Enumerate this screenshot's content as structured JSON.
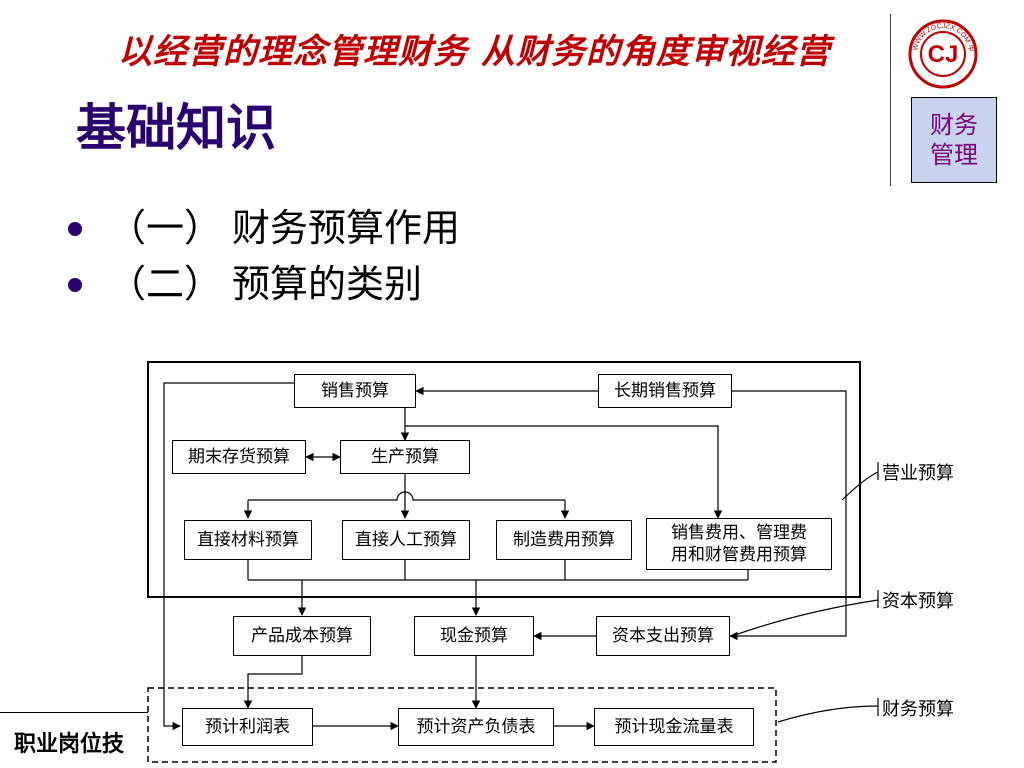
{
  "header": {
    "motto": "以经营的理念管理财务 从财务的角度审视经营",
    "badge_line1": "财务",
    "badge_line2": "管理",
    "logo_text": "CJ",
    "logo_ring_text": "WWW.ZOCJZX.COM 中国财经在线"
  },
  "title": "基础知识",
  "bullets": [
    {
      "num": "（一）",
      "text": "财务预算作用"
    },
    {
      "num": "（二）",
      "text": "预算的类别"
    }
  ],
  "diagram": {
    "nodes": {
      "sales": "销售预算",
      "long_sales": "长期销售预算",
      "ending_inventory": "期末存货预算",
      "production": "生产预算",
      "direct_material": "直接材料预算",
      "direct_labor": "直接人工预算",
      "overhead": "制造费用预算",
      "period_expense_1": "销售费用、管理费",
      "period_expense_2": "用和财管费用预算",
      "product_cost": "产品成本预算",
      "cash": "现金预算",
      "capex": "资本支出预算",
      "projected_income": "预计利润表",
      "projected_balance": "预计资产负债表",
      "projected_cashflow": "预计现金流量表"
    },
    "groups": {
      "operating": "营业预算",
      "capital": "资本预算",
      "financial": "财务预算"
    }
  },
  "footer": {
    "text": "职业岗位技"
  },
  "colors": {
    "motto": "#c00000",
    "title": "#2a006e",
    "badge_bg": "#c7d3ef",
    "badge_text": "#7a0080",
    "logo": "#c00000"
  }
}
